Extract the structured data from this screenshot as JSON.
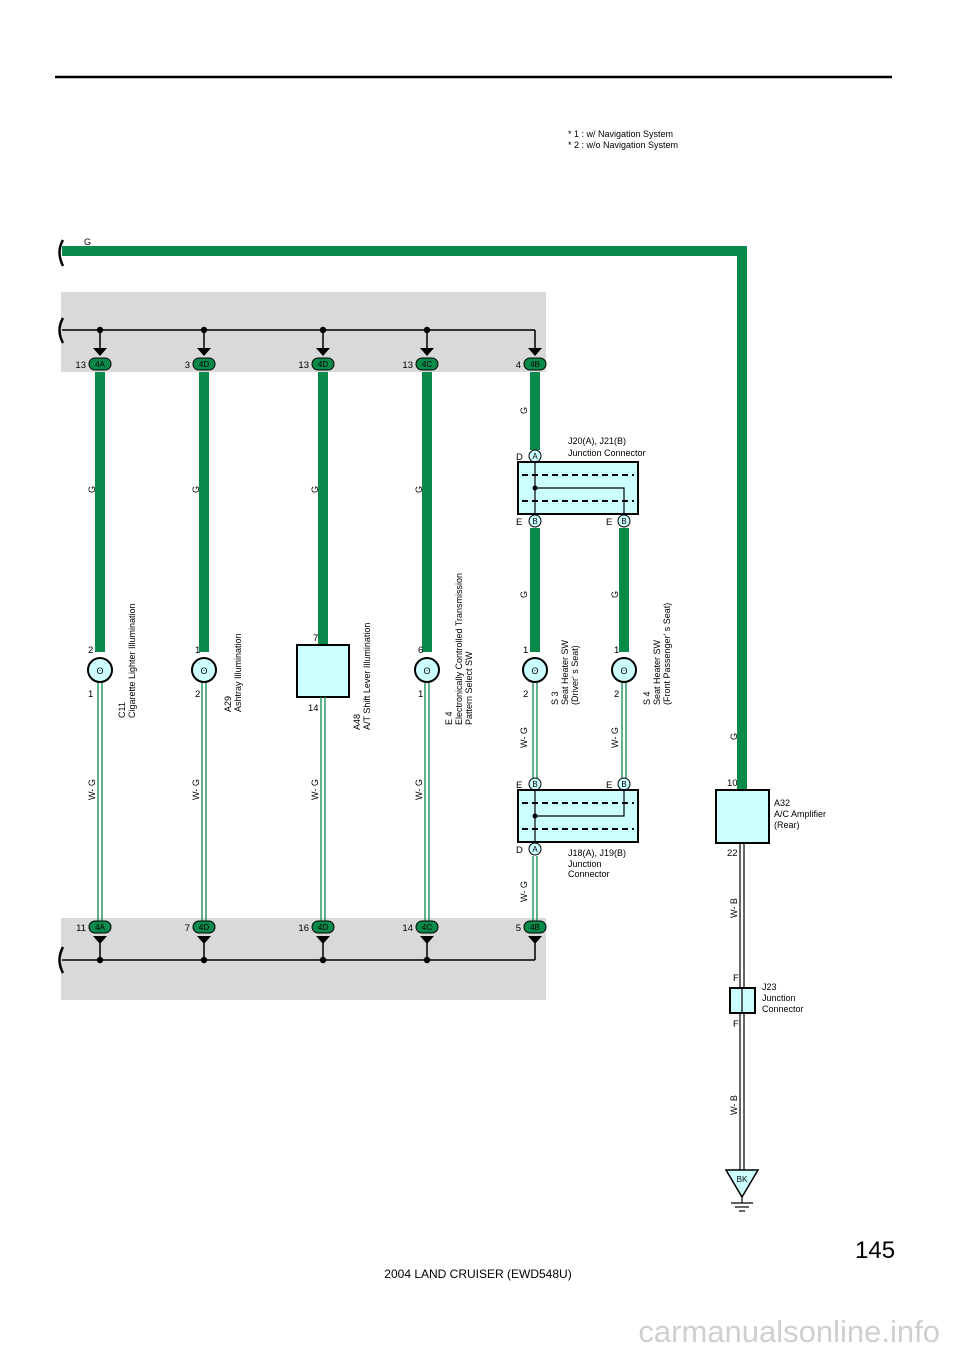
{
  "notes": {
    "line1": "* 1 : w/ Navigation System",
    "line2": "* 2 : w/o Navigation System"
  },
  "colors": {
    "wire_green": "#0a8a4a",
    "component_fill": "#ccffff",
    "shaded_region": "#d9d9d9"
  },
  "top_wire": {
    "color_code": "G"
  },
  "branches": [
    {
      "top_pin": "13",
      "top_conn": "4A",
      "wire": "G",
      "comp_top_pin": "2",
      "comp_bot_pin": "1",
      "id": "C11",
      "name": "Cigarette Lighter Illumination",
      "lower_wire": "W- G",
      "bot_pin": "11",
      "bot_conn": "4A"
    },
    {
      "top_pin": "3",
      "top_conn": "4D",
      "wire": "G",
      "comp_top_pin": "1",
      "comp_bot_pin": "2",
      "id": "A29",
      "name": "Ashtray Illumination",
      "lower_wire": "W- G",
      "bot_pin": "7",
      "bot_conn": "4D"
    },
    {
      "top_pin": "13",
      "top_conn": "4D",
      "wire": "G",
      "comp_top_pin": "7",
      "comp_bot_pin": "14",
      "id": "A48",
      "name": "A/T Shift Lever Illumination",
      "lower_wire": "W- G",
      "bot_pin": "16",
      "bot_conn": "4D"
    },
    {
      "top_pin": "13",
      "top_conn": "4C",
      "wire": "G",
      "comp_top_pin": "6",
      "comp_bot_pin": "1",
      "id": "E 4",
      "name": "Electronically Controlled Transmission",
      "name2": "Pattern Select SW",
      "lower_wire": "W- G",
      "bot_pin": "14",
      "bot_conn": "4C"
    },
    {
      "top_pin": "4",
      "top_conn": "4B",
      "wire": "G",
      "bot_pin": "5",
      "bot_conn": "4B"
    }
  ],
  "jc_upper": {
    "label1": "J20(A), J21(B)",
    "label2": "Junction Connector",
    "pin_d": "D",
    "conn_a": "A",
    "pin_e_left": "E",
    "conn_b_left": "B",
    "pin_e_right": "E",
    "conn_b_right": "B"
  },
  "jc_lower": {
    "label1": "J18(A), J19(B)",
    "label2": "Junction",
    "label3": "Connector",
    "pin_d": "D",
    "conn_a": "A",
    "pin_e_left": "E",
    "conn_b_left": "B",
    "pin_e_right": "E",
    "conn_b_right": "B"
  },
  "seat_sw_driver": {
    "wire_above": "G",
    "pin_top": "1",
    "pin_bot": "2",
    "wire_below": "W- G",
    "wire_below2": "W- G",
    "id": "S 3",
    "name": "Seat Heater SW",
    "detail": "(Driver' s Seat)"
  },
  "seat_sw_pass": {
    "wire_above": "G",
    "pin_top": "1",
    "pin_bot": "2",
    "wire_below": "W- G",
    "id": "S 4",
    "name": "Seat Heater SW",
    "detail": "(Front Passenger' s Seat)"
  },
  "amplifier": {
    "wire_above": "G",
    "pin_top": "10",
    "pin_bot": "22",
    "id": "A32",
    "name": "A/C Amplifier",
    "detail": "(Rear)",
    "wire_below": "W- B"
  },
  "j23": {
    "pin_top": "F",
    "pin_bot": "F",
    "id": "J23",
    "name": "Junction",
    "name2": "Connector",
    "wire_below": "W- B",
    "ground": "BK"
  },
  "page_number": "145",
  "footer": "2004 LAND CRUISER (EWD548U)",
  "watermark": "carmanualsonline.info"
}
